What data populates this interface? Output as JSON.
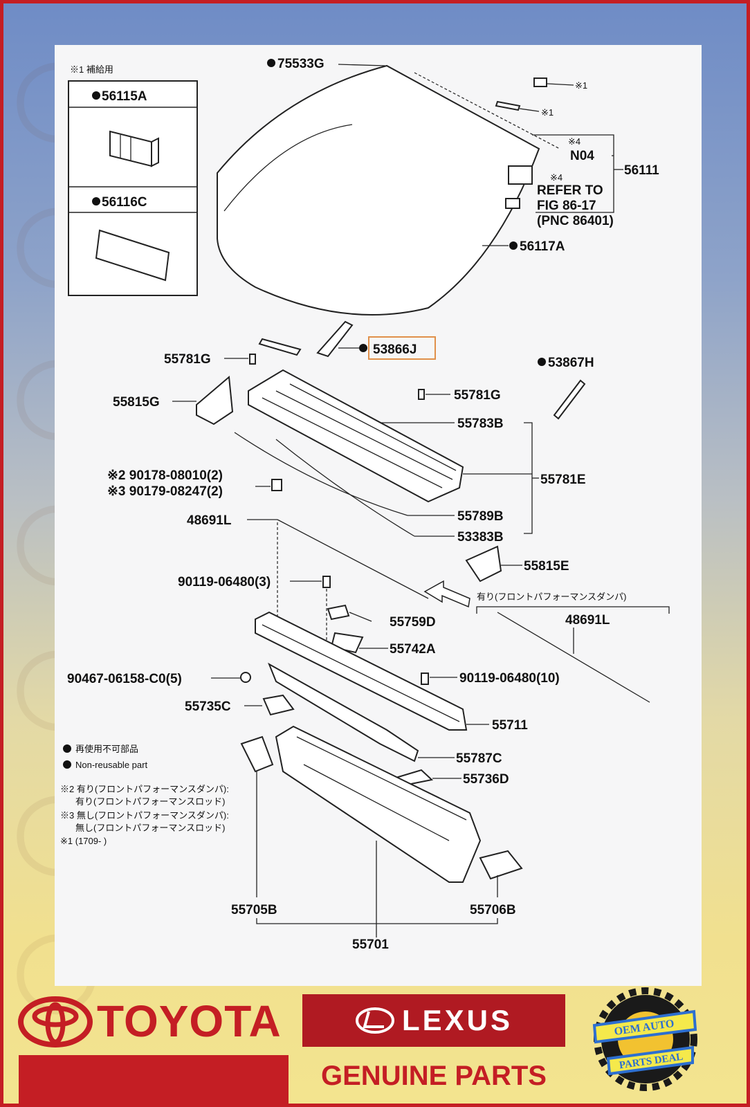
{
  "diagram": {
    "supply_note": "※1 補給用",
    "inset_parts": [
      "56115A",
      "56116C"
    ],
    "callouts": {
      "p75533G": "75533G",
      "star1a": "※1",
      "star1b": "※1",
      "star4a": "※4",
      "n04": "N04",
      "p56111": "56111",
      "star4b": "※4",
      "refer1": "REFER TO",
      "refer2": "FIG 86-17",
      "refer3": "(PNC 86401)",
      "p56117A": "56117A",
      "p53866J": "53866J",
      "p53867H": "53867H",
      "p55781G_left": "55781G",
      "p55781G_right": "55781G",
      "p55815G": "55815G",
      "p55783B": "55783B",
      "p90178": "※2 90178-08010(2)",
      "p90179": "※3 90179-08247(2)",
      "p55781E": "55781E",
      "p48691L_top": "48691L",
      "p55789B": "55789B",
      "p53383B": "53383B",
      "p55815E": "55815E",
      "p90119_3": "90119-06480(3)",
      "jp_with_damper": "有り(フロントパフォーマンスダンパ)",
      "p48691L_right": "48691L",
      "p55759D": "55759D",
      "p55742A": "55742A",
      "p90467": "90467-06158-C0(5)",
      "p90119_10": "90119-06480(10)",
      "p55735C": "55735C",
      "p55711": "55711",
      "p55787C": "55787C",
      "p55736D": "55736D",
      "p55705B": "55705B",
      "p55706B": "55706B",
      "p55701": "55701"
    },
    "legend": {
      "jp_nonreusable": "再使用不可部品",
      "nonreusable": "Non-reusable part",
      "note2a": "※2 有り(フロントパフォーマンスダンパ):",
      "note2b": "有り(フロントパフォーマンスロッド)",
      "note3a": "※3 無し(フロントパフォーマンスダンパ):",
      "note3b": "無し(フロントパフォーマンスロッド)",
      "note1": "※1 (1709-       )"
    },
    "highlight_color": "#e0904a"
  },
  "footer": {
    "toyota": "TOYOTA",
    "lexus": "LEXUS",
    "genuine": "GENUINE PARTS",
    "badge_line1": "OEM AUTO",
    "badge_line2": "PARTS DEAL"
  },
  "colors": {
    "brand_red": "#c41e24",
    "lexus_red": "#b01a22",
    "badge_yellow": "#f5e94b",
    "badge_blue": "#2d6fd0"
  }
}
